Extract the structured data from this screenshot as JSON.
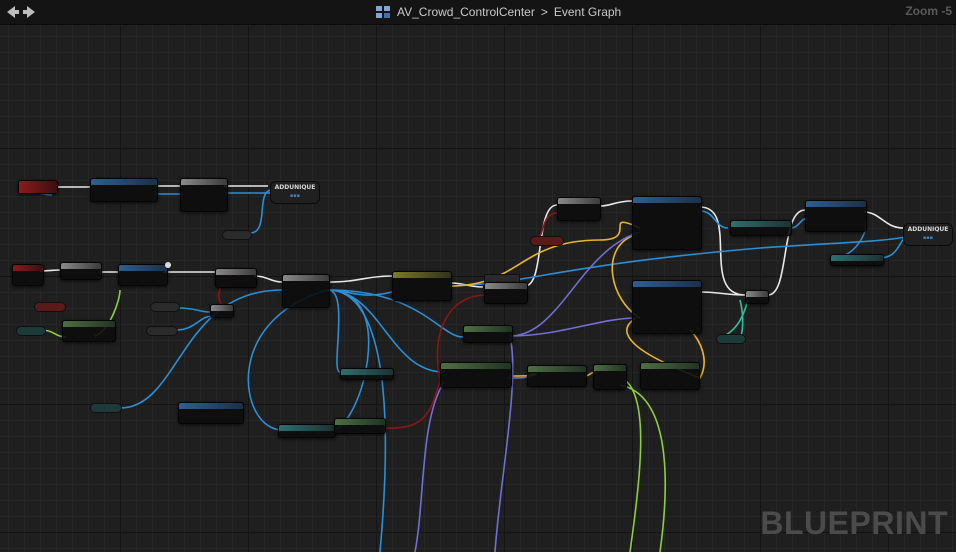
{
  "toolbar": {
    "back_icon": "back-arrow-icon",
    "forward_icon": "forward-arrow-icon"
  },
  "breadcrumb": {
    "blueprint_icon": "blueprint-class-icon",
    "asset_name": "AV_Crowd_ControlCenter",
    "separator": ">",
    "graph_name": "Event Graph"
  },
  "zoom_label": "Zoom -5",
  "watermark": "BLUEPRINT",
  "nodes": {
    "add_unique_1": "ADDUNIQUE",
    "add_unique_2": "ADDUNIQUE"
  },
  "colors": {
    "exec_wire": "#e8e8e8",
    "object_wire": "#2a8fd6",
    "boolean_wire": "#8b1616",
    "vector_wire": "#e8b52b",
    "struct_wire": "#6f6fd6",
    "float_wire": "#8ccf3f",
    "integer_wire": "#2fbf9f"
  }
}
